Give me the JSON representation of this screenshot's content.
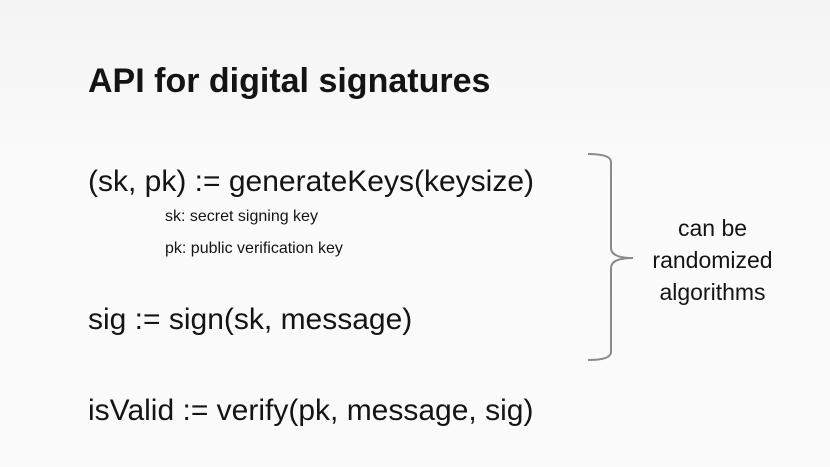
{
  "slide": {
    "title": "API for digital signatures",
    "lines": [
      "(sk, pk) := generateKeys(keysize)",
      "sig := sign(sk, message)",
      "isValid := verify(pk, message, sig)"
    ],
    "notes": [
      "sk: secret signing key",
      "pk: public verification key"
    ],
    "brace_label": [
      "can be",
      "randomized",
      "algorithms"
    ]
  }
}
